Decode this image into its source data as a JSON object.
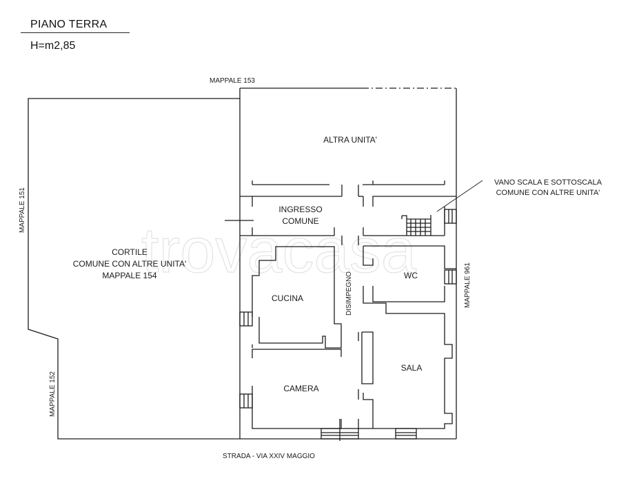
{
  "header": {
    "title": "PIANO TERRA",
    "height": "H=m2,85"
  },
  "boundaries": {
    "north": "MAPPALE 153",
    "west_upper": "MAPPALE 151",
    "west_lower": "MAPPALE 152",
    "east": "MAPPALE 961",
    "south": "STRADA - VIA XXIV MAGGIO"
  },
  "rooms": {
    "altra_unita": "ALTRA UNITA'",
    "ingresso_line1": "INGRESSO",
    "ingresso_line2": "COMUNE",
    "cortile_line1": "CORTILE",
    "cortile_line2": "COMUNE CON ALTRE UNITA'",
    "cortile_line3": "MAPPALE 154",
    "cucina": "CUCINA",
    "disimpegno": "DISIMPEGNO",
    "wc": "WC",
    "sala": "SALA",
    "camera": "CAMERA"
  },
  "annotations": {
    "stair_line1": "VANO SCALA E SOTTOSCALA",
    "stair_line2": "COMUNE CON ALTRE UNITA'"
  },
  "watermark": "trovacasa"
}
